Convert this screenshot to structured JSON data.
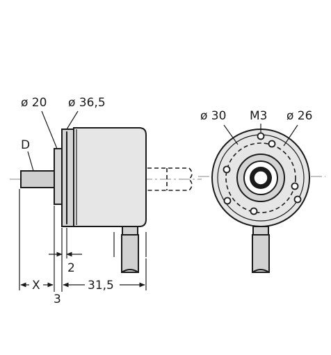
{
  "labels": {
    "dia_20": "ø 20",
    "dia_36_5": "ø 36,5",
    "d": "D",
    "dia_30": "ø 30",
    "m3": "M3",
    "dia_26": "ø 26",
    "dim_2": "2",
    "dim_x": "X",
    "dim_3": "3",
    "dim_31_5": "31,5"
  }
}
